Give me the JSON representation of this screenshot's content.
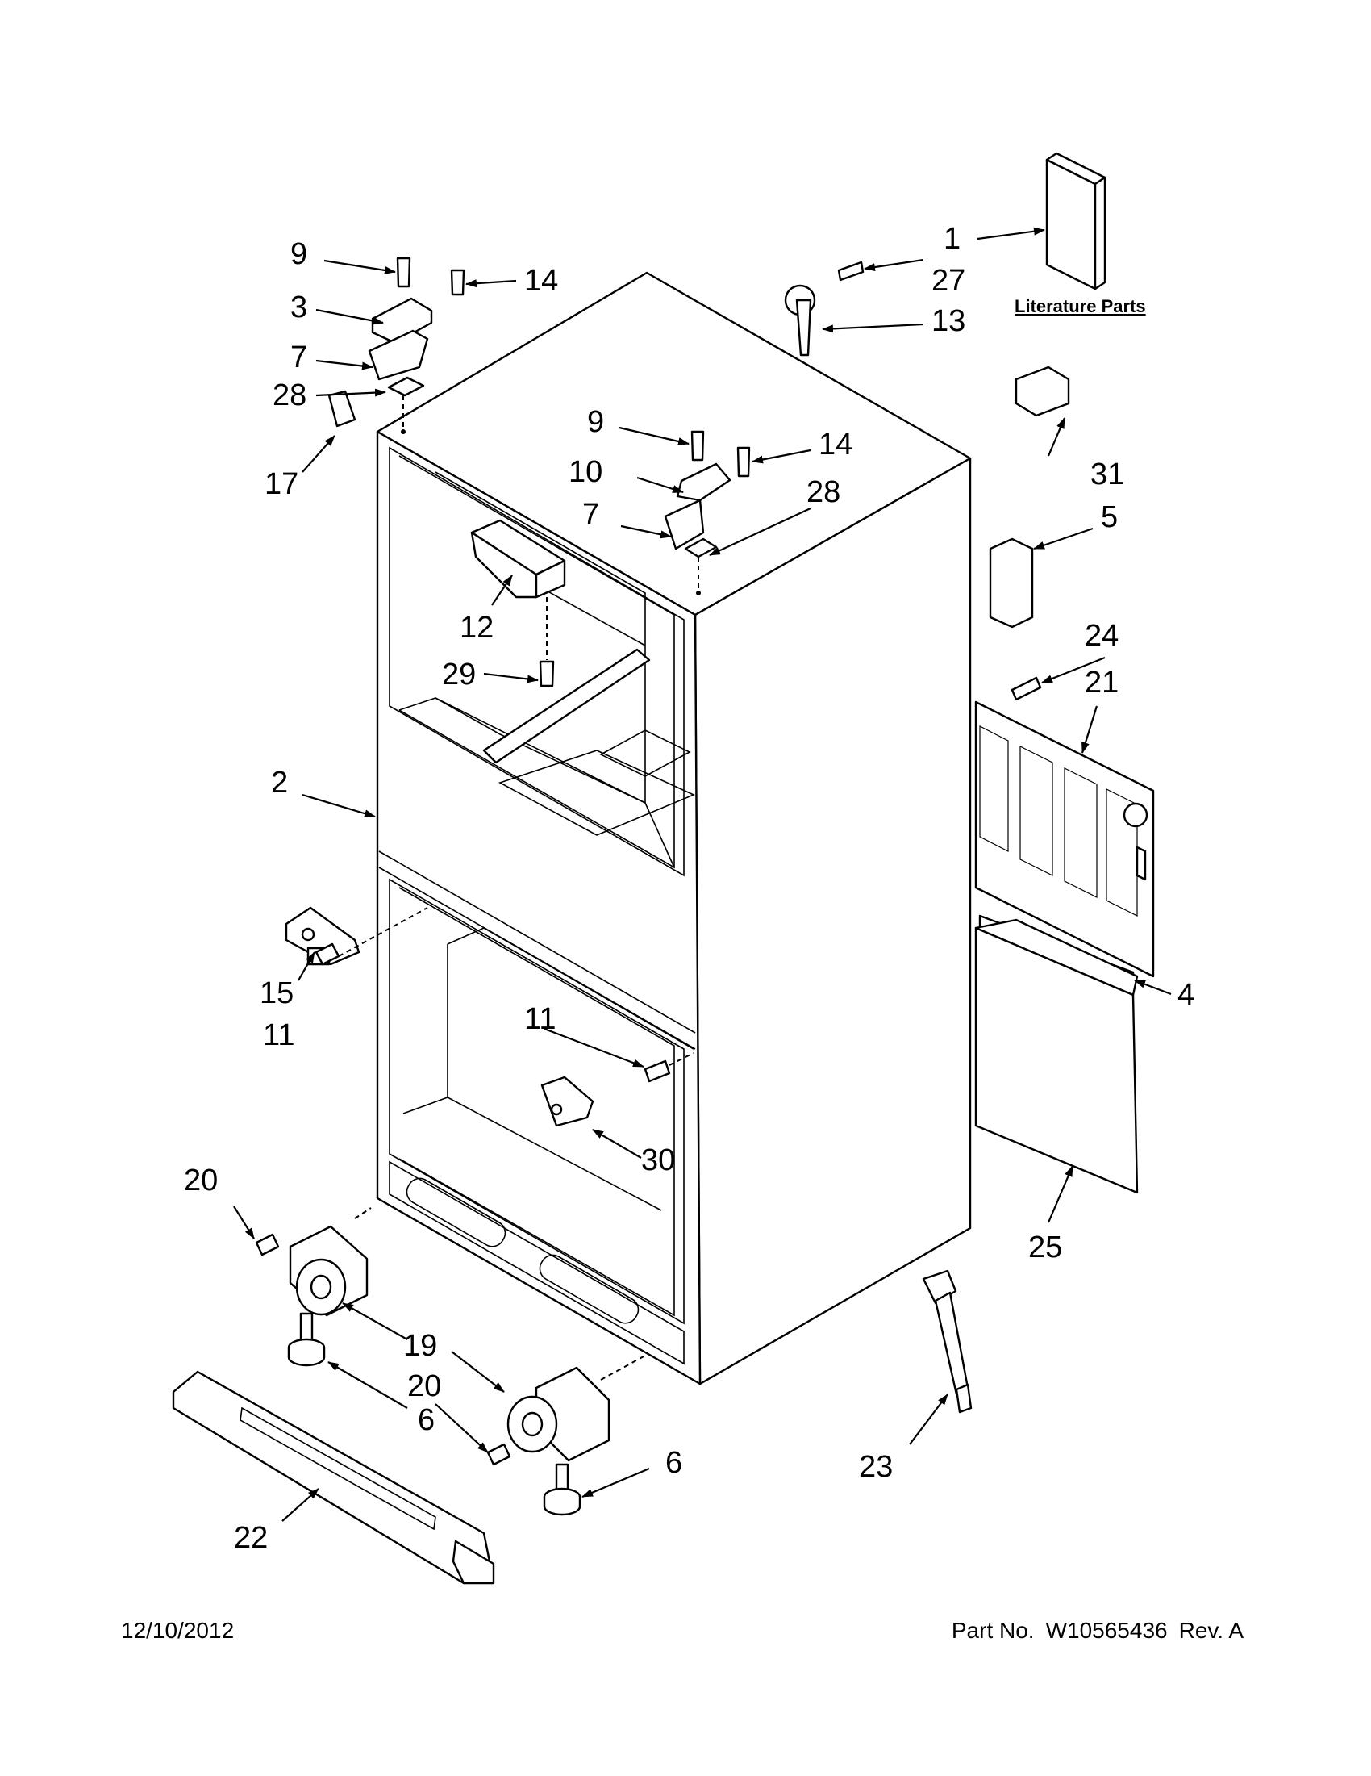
{
  "diagram": {
    "literature_label": "Literature Parts",
    "callouts": [
      {
        "id": "c1",
        "label": "1"
      },
      {
        "id": "c2",
        "label": "2"
      },
      {
        "id": "c3",
        "label": "3"
      },
      {
        "id": "c4",
        "label": "4"
      },
      {
        "id": "c5",
        "label": "5"
      },
      {
        "id": "c6a",
        "label": "6"
      },
      {
        "id": "c6b",
        "label": "6"
      },
      {
        "id": "c7a",
        "label": "7"
      },
      {
        "id": "c7b",
        "label": "7"
      },
      {
        "id": "c9a",
        "label": "9"
      },
      {
        "id": "c9b",
        "label": "9"
      },
      {
        "id": "c10",
        "label": "10"
      },
      {
        "id": "c11a",
        "label": "11"
      },
      {
        "id": "c11b",
        "label": "11"
      },
      {
        "id": "c12",
        "label": "12"
      },
      {
        "id": "c13",
        "label": "13"
      },
      {
        "id": "c14a",
        "label": "14"
      },
      {
        "id": "c14b",
        "label": "14"
      },
      {
        "id": "c15",
        "label": "15"
      },
      {
        "id": "c17",
        "label": "17"
      },
      {
        "id": "c19",
        "label": "19"
      },
      {
        "id": "c20a",
        "label": "20"
      },
      {
        "id": "c20b",
        "label": "20"
      },
      {
        "id": "c21",
        "label": "21"
      },
      {
        "id": "c22",
        "label": "22"
      },
      {
        "id": "c23",
        "label": "23"
      },
      {
        "id": "c24",
        "label": "24"
      },
      {
        "id": "c25",
        "label": "25"
      },
      {
        "id": "c27",
        "label": "27"
      },
      {
        "id": "c28a",
        "label": "28"
      },
      {
        "id": "c28b",
        "label": "28"
      },
      {
        "id": "c29",
        "label": "29"
      },
      {
        "id": "c30",
        "label": "30"
      },
      {
        "id": "c31",
        "label": "31"
      }
    ]
  },
  "footer": {
    "date": "12/10/2012",
    "part_label": "Part No.",
    "part_number": "W10565436",
    "revision": "Rev. A"
  }
}
